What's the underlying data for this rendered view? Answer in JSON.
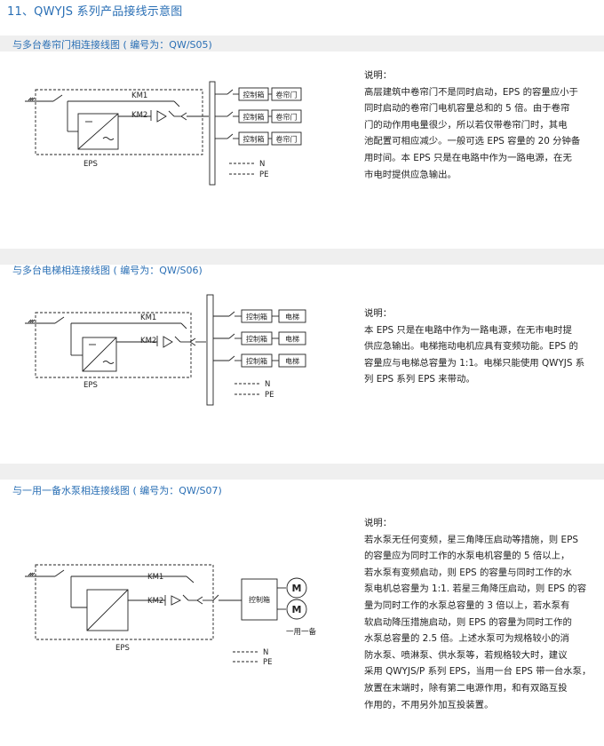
{
  "page_title": "11、QWYJS 系列产品接线示意图",
  "sections": [
    {
      "title": "与多台卷帘门相连接线图 ( 编号为：QW/S05)",
      "diagram": {
        "km1": "KM1",
        "km2": "KM2",
        "eps": "EPS",
        "n": "N",
        "pe": "PE",
        "rows": [
          {
            "control": "控制箱",
            "load": "卷帘门"
          },
          {
            "control": "控制箱",
            "load": "卷帘门"
          },
          {
            "control": "控制箱",
            "load": "卷帘门"
          }
        ]
      },
      "desc_head": "说明：",
      "desc_lines": [
        "高层建筑中卷帘门不是同时启动，EPS 的容量应小于",
        "同时启动的卷帘门电机容量总和的 5 倍。由于卷帘",
        "门的动作用电量很少，所以若仅带卷帘门时，其电",
        "池配置可相应减少。一般可选 EPS 容量的 20 分钟备",
        "用时间。本 EPS 只是在电路中作为一路电源，在无",
        "市电时提供应急输出。"
      ]
    },
    {
      "title": "与多台电梯相连接线图 ( 编号为：QW/S06)",
      "diagram": {
        "km1": "KM1",
        "km2": "KM2",
        "eps": "EPS",
        "n": "N",
        "pe": "PE",
        "rows": [
          {
            "control": "控制箱",
            "load": "电梯"
          },
          {
            "control": "控制箱",
            "load": "电梯"
          },
          {
            "control": "控制箱",
            "load": "电梯"
          }
        ]
      },
      "desc_head": "说明：",
      "desc_lines": [
        "本 EPS 只是在电路中作为一路电源，在无市电时提",
        "供应急输出。电梯拖动电机应具有变频功能。EPS 的",
        "容量应与电梯总容量为 1:1。电梯只能使用 QWYJS 系",
        "列 EPS 系列 EPS 来带动。"
      ]
    },
    {
      "title": "与一用一备水泵相连接线图 ( 编号为：QW/S07)",
      "diagram": {
        "km1": "KM1",
        "km2": "KM2",
        "eps": "EPS",
        "n": "N",
        "pe": "PE",
        "control": "控制箱",
        "motor": "M",
        "standby": "一用一备"
      },
      "desc_head": "说明：",
      "desc_lines": [
        "若水泵无任何变频，星三角降压启动等措施，则 EPS",
        "的容量应为同时工作的水泵电机容量的 5 倍以上，",
        "若水泵有变频启动，则 EPS 的容量与同时工作的水",
        "泵电机总容量为 1:1. 若星三角降压启动，则 EPS 的容",
        "量为同时工作的水泵总容量的 3 倍以上，若水泵有",
        "软启动降压措施启动，则 EPS 的容量为同时工作的",
        "水泵总容量的 2.5 倍。上述水泵可为规格较小的消",
        "防水泵、喷淋泵、供水泵等，若规格较大时，建议",
        "采用 QWYJS/P 系列 EPS，当用一台 EPS 带一台水泵，",
        "放置在末端时，除有第二电源作用，和有双路互投",
        "作用的，不用另外加互投装置。"
      ]
    }
  ]
}
